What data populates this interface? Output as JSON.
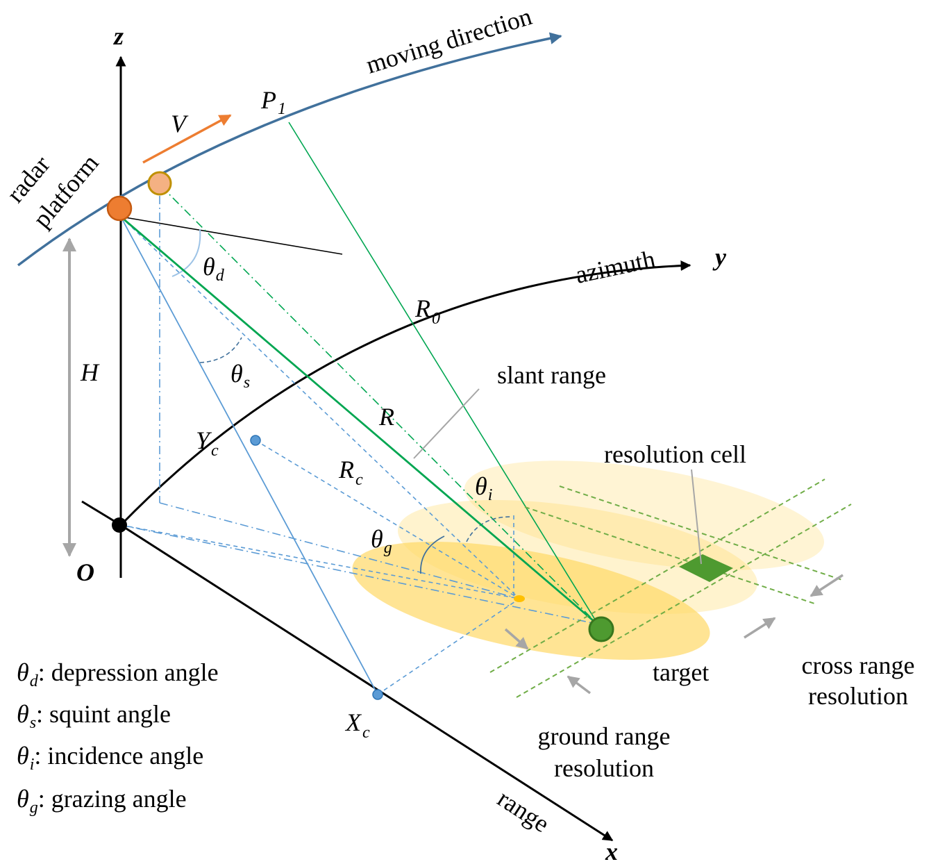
{
  "axes": {
    "z": "z",
    "y": "y",
    "x": "x",
    "origin": "O"
  },
  "labels": {
    "moving_direction": "moving direction",
    "radar": "radar",
    "platform": "platform",
    "velocity": "V",
    "p1": "P",
    "p1_sub": "1",
    "azimuth": "azimuth",
    "range": "range",
    "height": "H",
    "r0": "R",
    "r0_sub": "0",
    "r": "R",
    "rc": "R",
    "rc_sub": "c",
    "yc": "Y",
    "yc_sub": "c",
    "xc": "X",
    "xc_sub": "c",
    "slant_range": "slant range",
    "resolution_cell": "resolution cell",
    "target": "target",
    "cross_range_line1": "cross range",
    "cross_range_line2": "resolution",
    "ground_range_line1": "ground range",
    "ground_range_line2": "resolution"
  },
  "angles": {
    "theta": "θ",
    "d": "d",
    "s": "s",
    "i": "i",
    "g": "g"
  },
  "legend": [
    {
      "symbol": "θ",
      "sub": "d",
      "text": ": depression angle"
    },
    {
      "symbol": "θ",
      "sub": "s",
      "text": ":  squint angle"
    },
    {
      "symbol": "θ",
      "sub": "i",
      "text": ":  incidence angle"
    },
    {
      "symbol": "θ",
      "sub": "g",
      "text": ": grazing angle"
    }
  ],
  "colors": {
    "trajectory": "#41719c",
    "radar_fill": "#ed7d31",
    "radar_prev_fill": "#f4b183",
    "radar_prev_stroke": "#bf9000",
    "velocity_arrow": "#ed7d31",
    "green_line": "#00a651",
    "green_dashed": "#70ad47",
    "target_fill": "#4e9a30",
    "footprint": "#ffd966",
    "blue_line": "#5b9bd5",
    "gray": "#a6a6a6"
  }
}
